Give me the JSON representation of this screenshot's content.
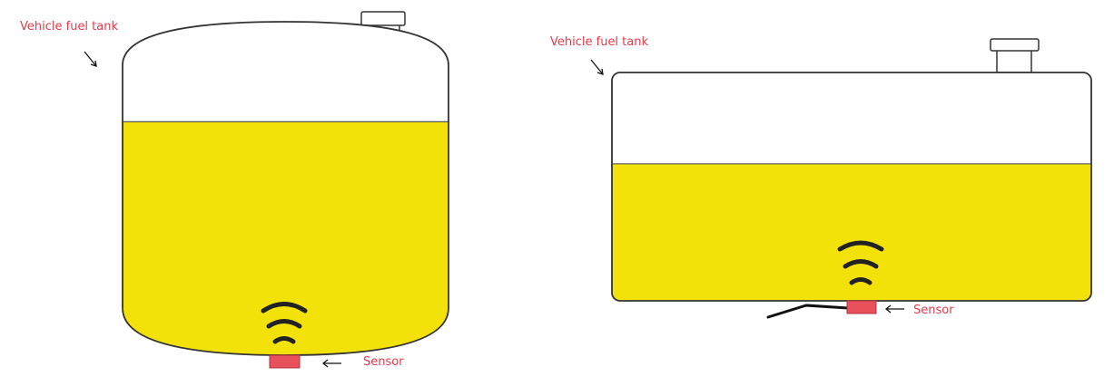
{
  "colors": {
    "label": "#e8394a",
    "fuel": "#f2e20a",
    "outline": "#333333",
    "sensor": "#e8505b",
    "wave": "#222222",
    "arrow": "#111111"
  },
  "left_tank": {
    "title": "Vehicle fuel tank",
    "sensor_label": "Sensor",
    "fill_level": 0.7
  },
  "right_tank": {
    "title": "Vehicle fuel tank",
    "sensor_label": "Sensor",
    "fill_level": 0.6
  }
}
